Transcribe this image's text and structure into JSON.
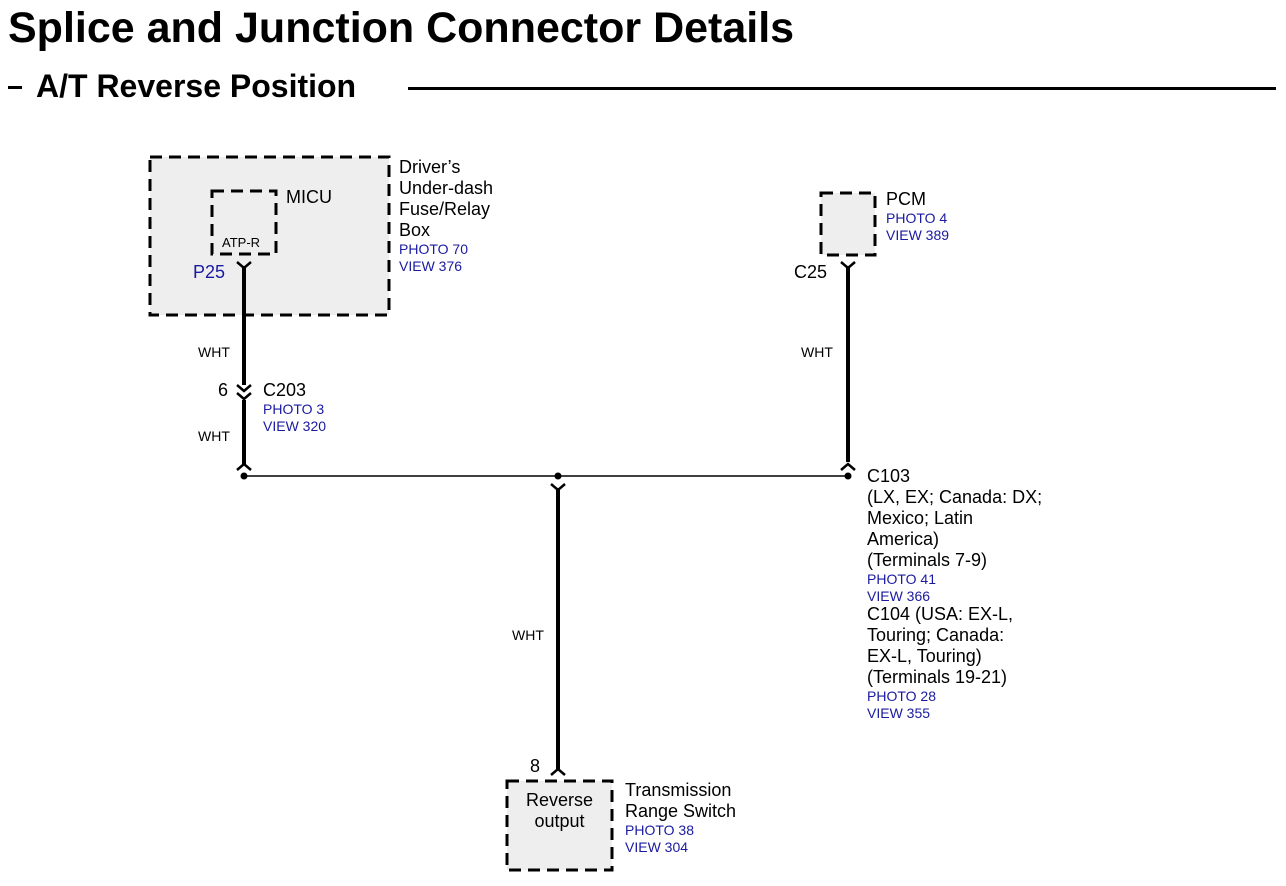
{
  "title": "Splice and Junction Connector Details",
  "subtitle": "A/T Reverse Position",
  "components": {
    "micu": {
      "box_label_lines": [
        "Driver’s",
        "Under-dash",
        "Fuse/Relay",
        "Box"
      ],
      "box_photo": "PHOTO 70",
      "box_view": "VIEW 376",
      "inner_name": "MICU",
      "terminal": "ATP-R",
      "connector": "P25"
    },
    "pcm": {
      "name": "PCM",
      "photo": "PHOTO 4",
      "view": "VIEW 389",
      "connector": "C25"
    },
    "c203": {
      "pin": "6",
      "name": "C203",
      "photo": "PHOTO 3",
      "view": "VIEW 320"
    },
    "c103": {
      "lines": [
        "C103",
        "(LX, EX; Canada: DX;",
        "Mexico; Latin",
        "America)",
        "(Terminals 7-9)"
      ],
      "photo": "PHOTO 41",
      "view": "VIEW 366"
    },
    "c104": {
      "lines": [
        "C104 (USA: EX-L,",
        "Touring; Canada:",
        "EX-L, Touring)",
        "(Terminals 19-21)"
      ],
      "photo": "PHOTO 28",
      "view": "VIEW 355"
    },
    "trs": {
      "pin": "8",
      "inner_lines": [
        "Reverse",
        "output"
      ],
      "label_lines": [
        "Transmission",
        "Range Switch"
      ],
      "photo": "PHOTO 38",
      "view": "VIEW 304"
    }
  },
  "wires": {
    "micu_to_c203": "WHT",
    "c203_to_splice": "WHT",
    "pcm_to_c103": "WHT",
    "splice_to_trs": "WHT"
  },
  "colors": {
    "ink": "#000000",
    "reference_blue": "#1a1aa0",
    "component_fill": "#eeeeee"
  }
}
